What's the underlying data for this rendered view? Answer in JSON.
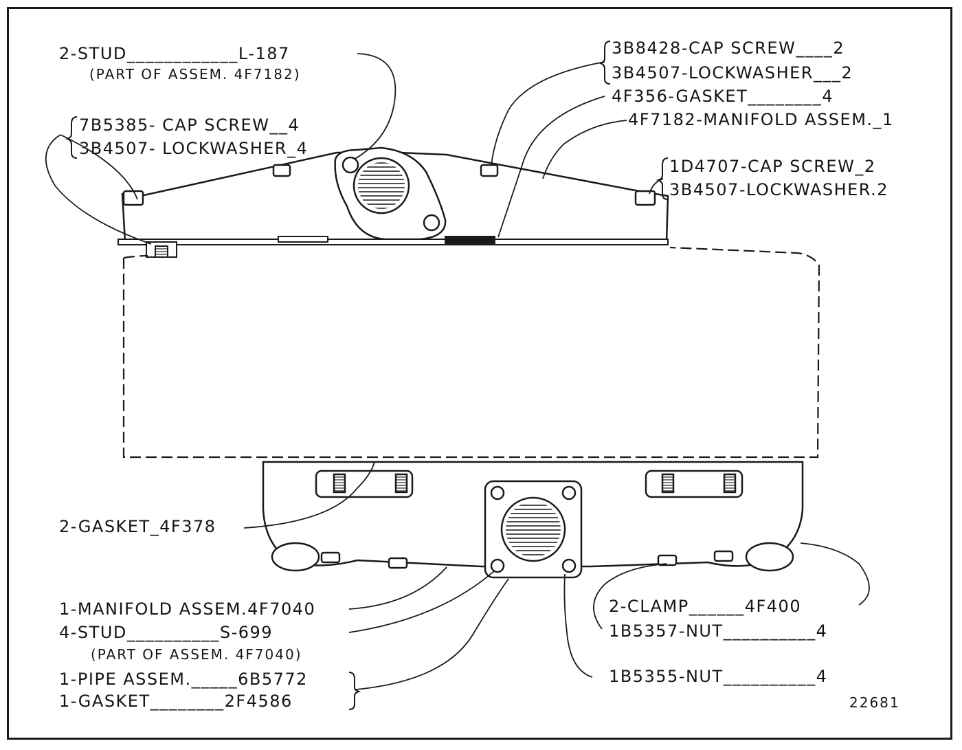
{
  "labels": {
    "stud_l187": "2-STUD____________L-187",
    "stud_l187_note": "(PART OF ASSEM. 4F7182)",
    "cap_7b5385": "7B5385- CAP SCREW__4",
    "lock_3b4507_a": "3B4507- LOCKWASHER_4",
    "cap_3b8428": "3B8428-CAP SCREW____2",
    "lock_3b4507_b": "3B4507-LOCKWASHER___2",
    "gasket_4f356": "4F356-GASKET________4",
    "manifold_4f7182": "4F7182-MANIFOLD ASSEM._1",
    "cap_1d4707": "1D4707-CAP SCREW_2",
    "lock_3b4507_c": "3B4507-LOCKWASHER.2",
    "gasket_4f378": "2-GASKET_4F378",
    "manifold_4f7040": "1-MANIFOLD ASSEM.4F7040",
    "stud_s699": "4-STUD__________S-699",
    "stud_s699_note": "(PART OF ASSEM. 4F7040)",
    "pipe_6b5772": "1-PIPE ASSEM._____6B5772",
    "gasket_2f4586": "1-GASKET________2F4586",
    "clamp_4f400": "2-CLAMP______4F400",
    "nut_1b5357": "1B5357-NUT__________4",
    "nut_1b5355": "1B5355-NUT__________4",
    "figure_number": "22681"
  }
}
